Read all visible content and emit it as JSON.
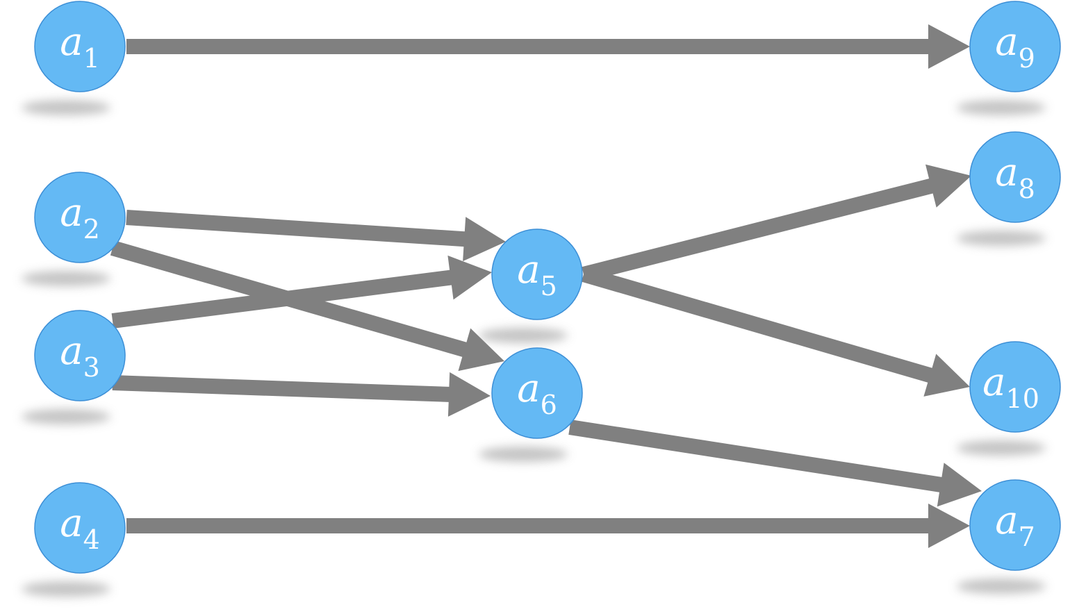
{
  "colors": {
    "node_fill": "#64b9f4",
    "node_stroke": "#3d8fd6",
    "edge": "#808080",
    "shadow": "#bdbdbd",
    "label": "#ffffff"
  },
  "nodes": [
    {
      "id": "a1",
      "base": "a",
      "sub": "1"
    },
    {
      "id": "a2",
      "base": "a",
      "sub": "2"
    },
    {
      "id": "a3",
      "base": "a",
      "sub": "3"
    },
    {
      "id": "a4",
      "base": "a",
      "sub": "4"
    },
    {
      "id": "a5",
      "base": "a",
      "sub": "5"
    },
    {
      "id": "a6",
      "base": "a",
      "sub": "6"
    },
    {
      "id": "a7",
      "base": "a",
      "sub": "7"
    },
    {
      "id": "a8",
      "base": "a",
      "sub": "8"
    },
    {
      "id": "a9",
      "base": "a",
      "sub": "9"
    },
    {
      "id": "a10",
      "base": "a",
      "sub": "10"
    }
  ],
  "edges": [
    {
      "from": "a1",
      "to": "a9"
    },
    {
      "from": "a2",
      "to": "a5"
    },
    {
      "from": "a2",
      "to": "a6"
    },
    {
      "from": "a3",
      "to": "a5"
    },
    {
      "from": "a3",
      "to": "a6"
    },
    {
      "from": "a4",
      "to": "a7"
    },
    {
      "from": "a5",
      "to": "a8"
    },
    {
      "from": "a5",
      "to": "a10"
    },
    {
      "from": "a6",
      "to": "a7"
    }
  ]
}
